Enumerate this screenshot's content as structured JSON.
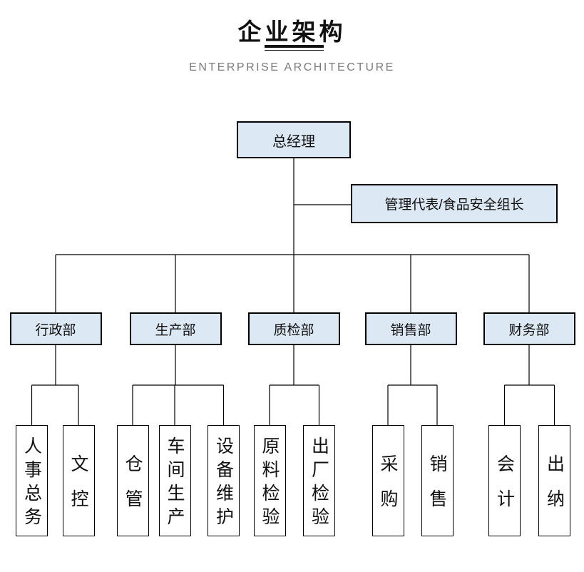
{
  "header": {
    "title": "企业架构",
    "subtitle": "ENTERPRISE ARCHITECTURE"
  },
  "colors": {
    "box_fill": "#dce8f4",
    "box_border": "#000000",
    "connector_line": "#000000",
    "subtitle_text": "#7b7b7b",
    "title_text": "#111111"
  },
  "tree": {
    "root": {
      "label": "总经理"
    },
    "staff": {
      "label": "管理代表/食品安全组长"
    },
    "departments": [
      {
        "label": "行政部",
        "children": [
          {
            "label": "人事总务"
          },
          {
            "label": "文控"
          }
        ]
      },
      {
        "label": "生产部",
        "children": [
          {
            "label": "仓管"
          },
          {
            "label": "车间生产"
          },
          {
            "label": "设备维护"
          }
        ]
      },
      {
        "label": "质检部",
        "children": [
          {
            "label": "原料检验"
          },
          {
            "label": "出厂检验"
          }
        ]
      },
      {
        "label": "销售部",
        "children": [
          {
            "label": "采购"
          },
          {
            "label": "销售"
          }
        ]
      },
      {
        "label": "财务部",
        "children": [
          {
            "label": "会计"
          },
          {
            "label": "出纳"
          }
        ]
      }
    ]
  }
}
